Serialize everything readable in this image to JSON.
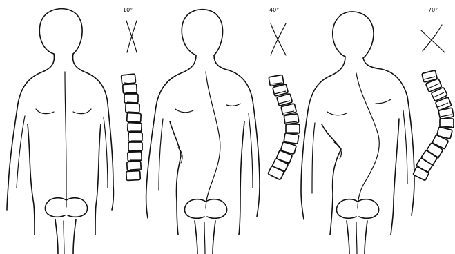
{
  "figure": {
    "panels": [
      {
        "id": "panel-1",
        "angle_label": "10°",
        "angle_marker": "cross-icon"
      },
      {
        "id": "panel-2",
        "angle_label": "40°",
        "angle_marker": "cross-icon"
      },
      {
        "id": "panel-3",
        "angle_label": "70°",
        "angle_marker": "cross-icon"
      }
    ]
  }
}
